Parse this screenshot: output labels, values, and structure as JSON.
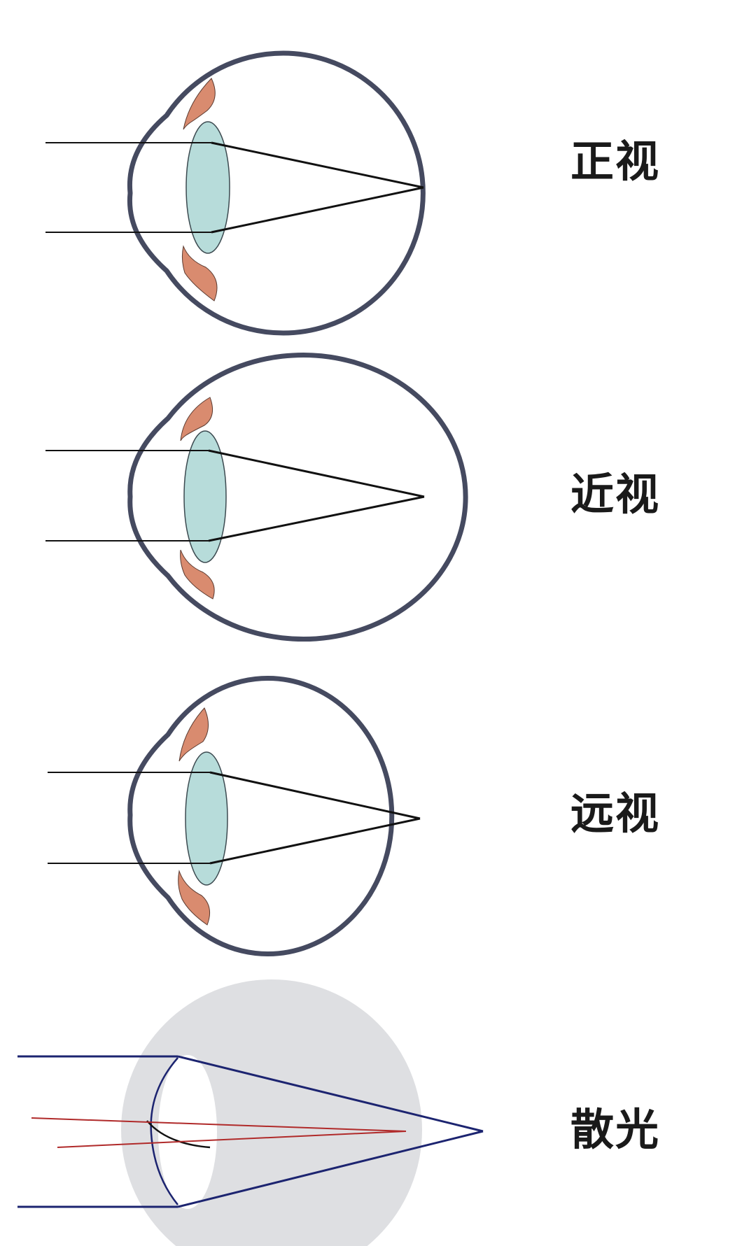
{
  "labels": {
    "emmetropia": "正视",
    "myopia": "近视",
    "hyperopia": "远视",
    "astigmatism": "散光"
  },
  "colors": {
    "eye_wall": "#454a60",
    "lens_fill": "#b7dcda",
    "lens_stroke": "#3c4a50",
    "iris": "#d98b6f",
    "ray": "#111111",
    "astig_outer": "#1c2470",
    "astig_inner": "#b02a2a",
    "astig_globe": "#dedfe2"
  }
}
